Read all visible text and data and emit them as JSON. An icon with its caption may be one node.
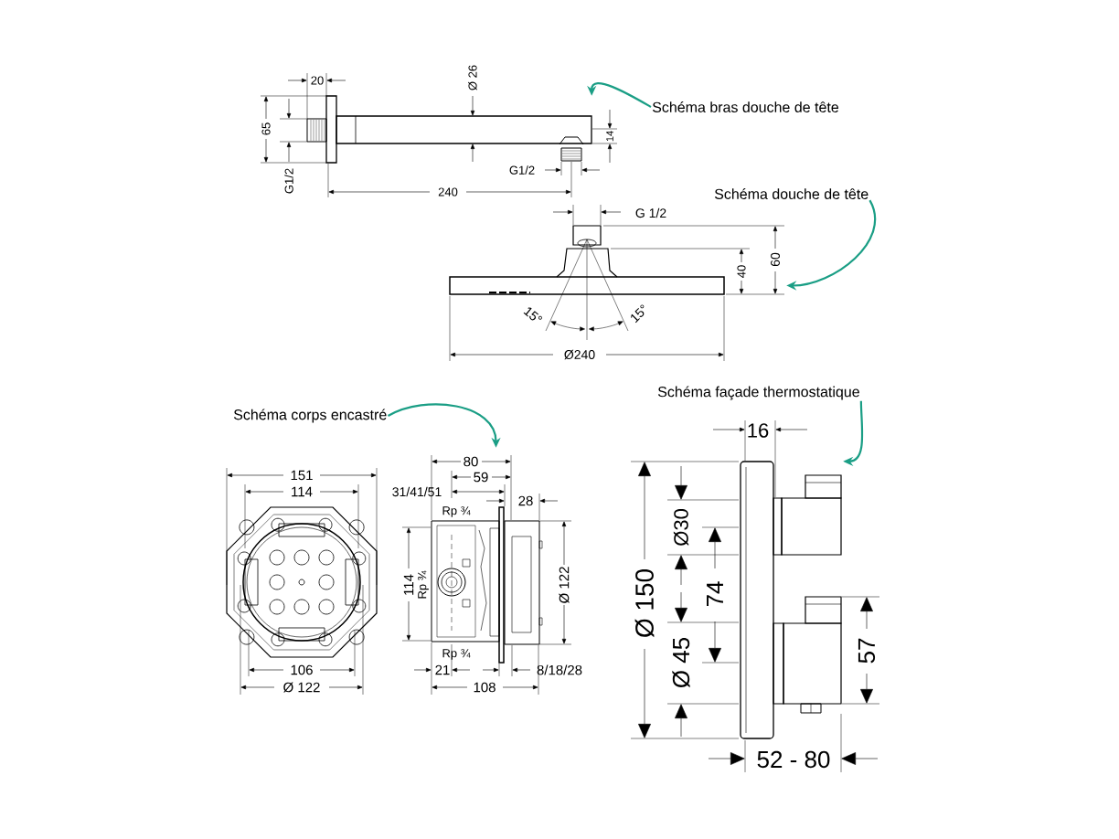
{
  "diagram": {
    "nodes": [
      {
        "text": [
          "Schéma bras douche de tête"
        ]
      },
      {
        "text": [],
        "shape": "picture"
      },
      {
        "text": [
          "Schéma douche de tête"
        ]
      },
      {
        "text": [],
        "shape": "picture"
      },
      {
        "text": [
          "Schéma corps encastré"
        ]
      },
      {
        "text": [],
        "shape": "picture"
      },
      {
        "text": [
          "Schéma façade thermostatique"
        ]
      },
      {
        "text": [],
        "shape": "picture"
      }
    ],
    "edges": [
      {
        "from": 0,
        "to": 1,
        "arrow": "to"
      },
      {
        "from": 2,
        "to": 3,
        "arrow": "to"
      },
      {
        "from": 4,
        "to": 5,
        "arrow": "to"
      },
      {
        "from": 6,
        "to": 7,
        "arrow": "to"
      }
    ],
    "labels": [
      "20",
      "Ø 26",
      "65",
      "14",
      "G1/2",
      "G1/2",
      "240",
      "G 1/2",
      "60",
      "40",
      "15°",
      "15°",
      "Ø240",
      "151",
      "114",
      "106",
      "Ø 122",
      "80",
      "59",
      "31/41/51",
      "28",
      "Rp ¾",
      "114",
      "Rp ¾",
      "Ø 122",
      "Rp ¾",
      "21",
      "8/18/28",
      "108",
      "16",
      "Ø 150",
      "Ø30",
      "74",
      "Ø 45",
      "57",
      "52 - 80"
    ]
  }
}
